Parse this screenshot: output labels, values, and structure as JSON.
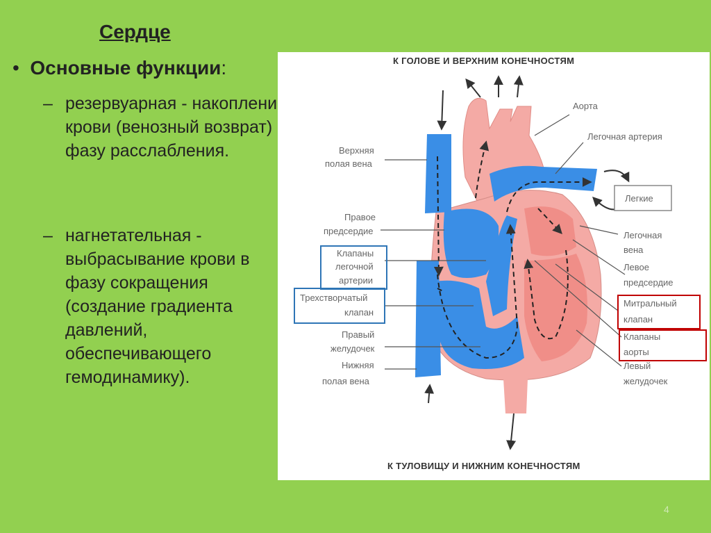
{
  "slide": {
    "title": "Сердце",
    "bullet_bold": "Основные функции",
    "bullet_colon": ":",
    "items": [
      {
        "dash": "–",
        "text": "резервуарная - накопление крови (венозный возврат) в фазу расслабления."
      },
      {
        "dash": "–",
        "text": "нагнетательная - выбрасывание крови в фазу сокращения (создание градиента давлений, обеспечивающего гемодинамику)."
      }
    ],
    "page_number": "4"
  },
  "diagram": {
    "top_caption": "К ГОЛОВЕ И ВЕРХНИМ КОНЕЧНОСТЯМ",
    "bottom_caption": "К ТУЛОВИЩУ И НИЖНИМ КОНЕЧНОСТЯМ",
    "labels_left": {
      "svc_1": "Верхняя",
      "svc_2": "полая вена",
      "ra_1": "Правое",
      "ra_2": "предсердие",
      "pv_1": "Клапаны",
      "pv_2": "легочной",
      "pv_3": "артерии",
      "tv_1": "Трехстворчатый",
      "tv_2": "клапан",
      "rv_1": "Правый",
      "rv_2": "желудочек",
      "ivc_1": "Нижняя",
      "ivc_2": "полая вена"
    },
    "labels_right": {
      "aorta": "Аорта",
      "pa": "Легочная артерия",
      "lungs": "Легкие",
      "pvein_1": "Легочная",
      "pvein_2": "вена",
      "la_1": "Левое",
      "la_2": "предсердие",
      "mv_1": "Митральный",
      "mv_2": "клапан",
      "av_1": "Клапаны",
      "av_2": "аорты",
      "lv_1": "Левый",
      "lv_2": "желудочек"
    },
    "colors": {
      "deoxygenated": "#3a8ee6",
      "oxygenated": "#f4aaa5",
      "highlight_blue": "#2e75b6",
      "highlight_red": "#c00000"
    }
  }
}
